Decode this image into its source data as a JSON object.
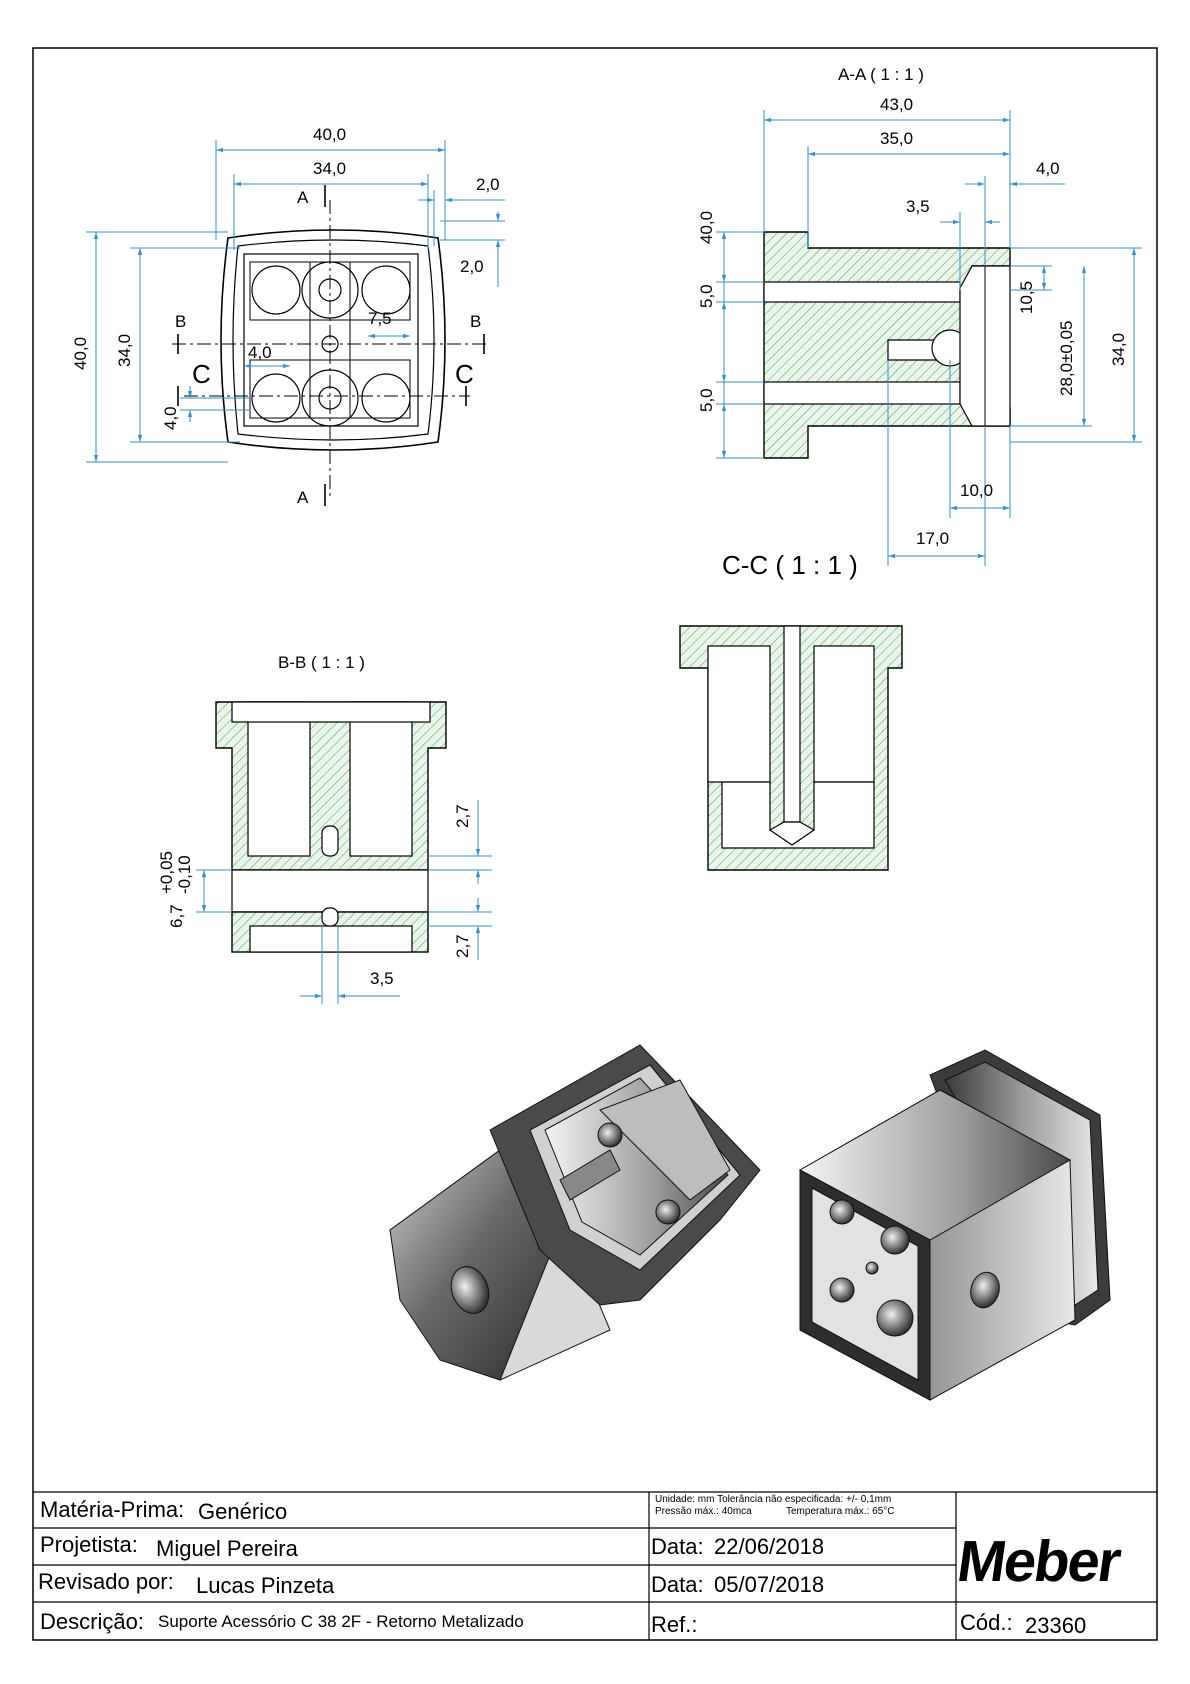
{
  "views": {
    "front": {
      "dims": {
        "w40": "40,0",
        "w34": "34,0",
        "d2a": "2,0",
        "d2b": "2,0",
        "h40": "40,0",
        "h34": "34,0",
        "d75": "7,5",
        "d40": "4,0",
        "d4v": "4,0"
      },
      "section_markers": {
        "a_top": "A",
        "a_bottom": "A",
        "b_left": "B",
        "b_right": "B",
        "c_left": "C",
        "c_right": "C"
      }
    },
    "section_aa": {
      "title": "A-A ( 1 : 1 )",
      "dims": {
        "w43": "43,0",
        "w35": "35,0",
        "d4": "4,0",
        "d35": "3,5",
        "v40": "40,0",
        "v5a": "5,0",
        "v5b": "5,0",
        "d105": "10,5",
        "d28": "28,0±0,05",
        "v34": "34,0",
        "d10": "10,0",
        "d17": "17,0"
      }
    },
    "section_cc": {
      "title": "C-C ( 1 : 1 )"
    },
    "section_bb": {
      "title": "B-B ( 1 : 1 )",
      "dims": {
        "d27a": "2,7",
        "d27b": "2,7",
        "d67": "6,7",
        "tol_plus": "+0,05",
        "tol_minus": "-0,10",
        "d35": "3,5"
      }
    }
  },
  "title_block": {
    "material_label": "Matéria-Prima:",
    "material_value": "Genérico",
    "notes_line1": "Unidade: mm Tolerância não especificada: +/- 0,1mm",
    "notes_line2": "Pressão máx.: 40mca",
    "notes_line3": "Temperatura máx.: 65°C",
    "designer_label": "Projetista:",
    "designer_value": "Miguel Pereira",
    "date1_label": "Data:",
    "date1_value": "22/06/2018",
    "reviewer_label": "Revisado por:",
    "reviewer_value": "Lucas Pinzeta",
    "date2_label": "Data:",
    "date2_value": "05/07/2018",
    "description_label": "Descrição:",
    "description_value": "Suporte Acessório  C 38 2F - Retorno Metalizado",
    "ref_label": "Ref.:",
    "code_label": "Cód.:",
    "code_value": "23360",
    "brand": "Meber"
  },
  "colors": {
    "dimension": "#3a8fc4",
    "hatch": "#3d8c5a",
    "section_fill": "#e6f3e6",
    "outline": "#000000"
  }
}
